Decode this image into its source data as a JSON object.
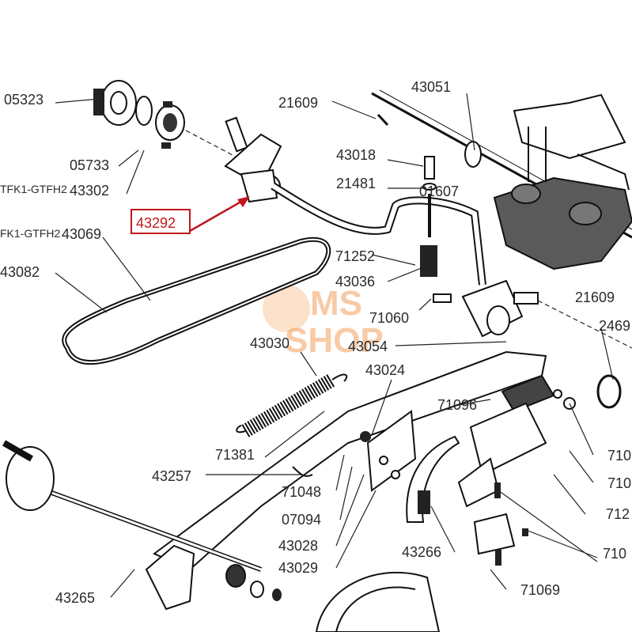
{
  "diagram": {
    "highlight_color": "#c0161b",
    "watermark": {
      "line1": "MS",
      "line2": "SHOP",
      "color": "#f5a86a"
    },
    "highlighted_part": "43292",
    "part_labels": {
      "p05323": "05323",
      "p21609a": "21609",
      "p43051": "43051",
      "p43018": "43018",
      "p21481": "21481",
      "p01607": "01607",
      "p05733": "05733",
      "p43302": "43302",
      "p43292": "43292",
      "p43069": "43069",
      "p43082": "43082",
      "p71252": "71252",
      "p43036": "43036",
      "p71060": "71060",
      "p43054": "43054",
      "p21609b": "21609",
      "p2469": "2469",
      "p43030": "43030",
      "p43024": "43024",
      "p71096": "71096",
      "p71381": "71381",
      "p43257": "43257",
      "p71048": "71048",
      "p07094": "07094",
      "p43028": "43028",
      "p43029": "43029",
      "p43266": "43266",
      "p43265": "43265",
      "p71069": "71069",
      "p710a": "710",
      "p710b": "710",
      "p712": "712",
      "p710c": "710"
    },
    "variant_labels": {
      "v1": "TFK1-GTFH2",
      "v2": "FK1-GTFH2"
    }
  }
}
